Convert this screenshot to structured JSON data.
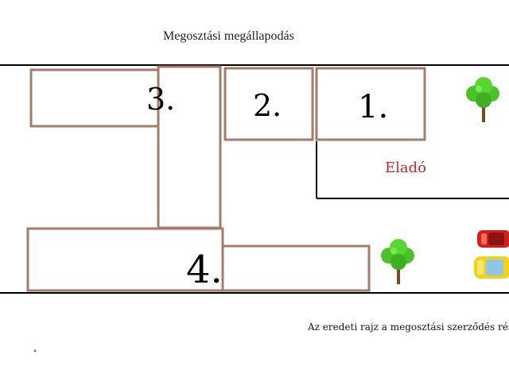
{
  "title": "Megosztási megállapodás",
  "plots": [
    {
      "id": "1",
      "label": "1."
    },
    {
      "id": "2",
      "label": "2."
    },
    {
      "id": "3",
      "label": "3."
    },
    {
      "id": "4",
      "label": "4."
    }
  ],
  "sale_label": "Eladó",
  "footnote": "Az eredeti rajz a megosztási szerződés része",
  "icons": [
    "tree-icon",
    "tree-icon",
    "red-car-icon",
    "yellow-car-icon"
  ],
  "colors": {
    "plot_border": "#a57c6a",
    "boundary": "#000000",
    "sale_text": "#c0282a",
    "tree_foliage": "#4cc22a",
    "tree_trunk": "#7a4a1e",
    "car_red": "#d0201c",
    "car_yellow": "#f2d21a"
  }
}
